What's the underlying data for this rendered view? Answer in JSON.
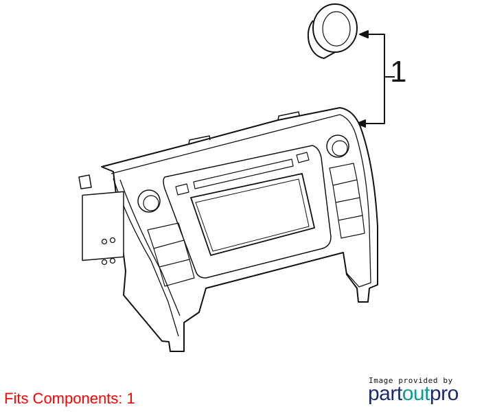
{
  "diagram": {
    "callout_number": "1"
  },
  "footer": {
    "fits_components": "Fits Components: 1",
    "credit_text": "Image provided by",
    "logo": {
      "part": "part",
      "out": "out",
      "pro": "pro"
    }
  },
  "colors": {
    "fits_text": "#ff0000",
    "logo_navy": "#1c2b6b",
    "logo_teal": "#0f9a8e"
  }
}
